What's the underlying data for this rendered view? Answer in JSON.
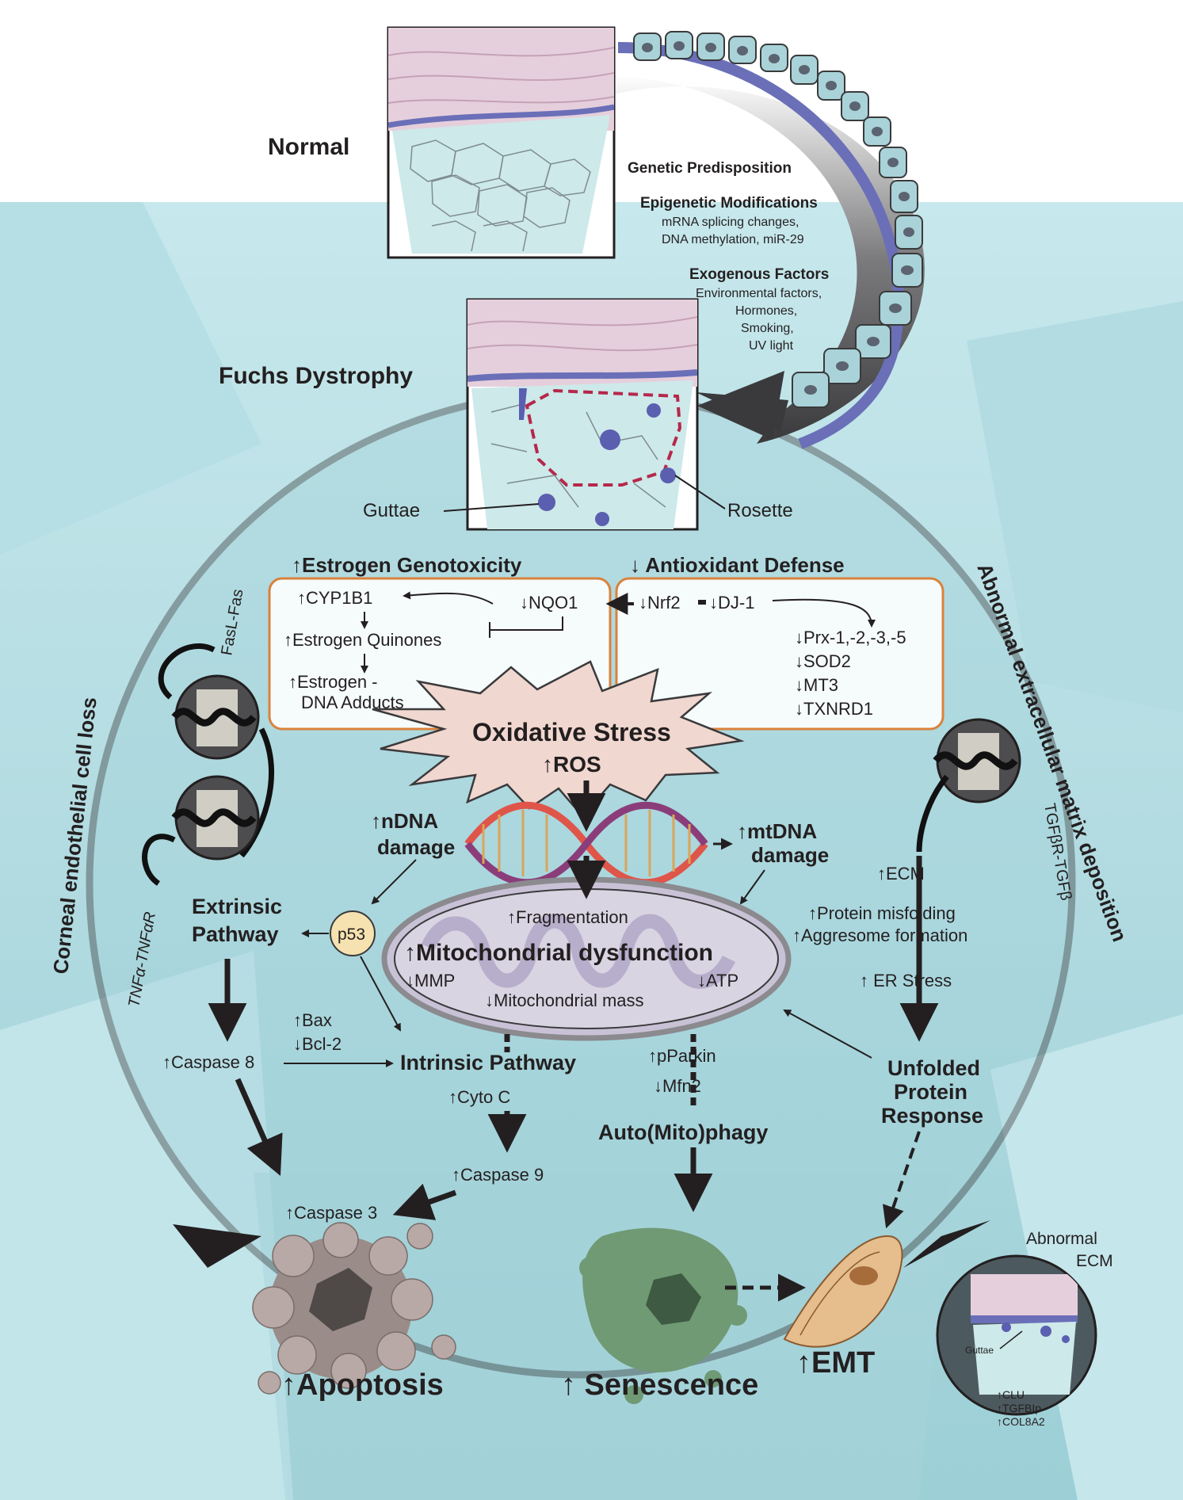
{
  "stages": {
    "normal": "Normal",
    "fuchs": "Fuchs Dystrophy",
    "guttae": "Guttae",
    "rosette": "Rosette"
  },
  "risk_factors": {
    "genetic": "Genetic Predisposition",
    "epigenetic_title": "Epigenetic Modifications",
    "epigenetic_line1": "mRNA splicing changes,",
    "epigenetic_line2": "DNA methylation, miR-29",
    "exogenous_title": "Exogenous Factors",
    "exogenous_line1": "Environmental factors,",
    "exogenous_line2": "Hormones,",
    "exogenous_line3": "Smoking,",
    "exogenous_line4": "UV light"
  },
  "side_labels": {
    "left": "Corneal endothelial cell loss",
    "right": "Abnormal extracellular matrix deposition"
  },
  "receptors": {
    "fasl": "FasL-Fas",
    "tnf": "TNFα-TNFαR",
    "tgf": "TGFβR-TGFβ"
  },
  "estrogen": {
    "title": "↑Estrogen Genotoxicity",
    "cyp": "↑CYP1B1",
    "nqo": "↓NQO1",
    "quinones": "↑Estrogen Quinones",
    "adducts1": "↑Estrogen -",
    "adducts2": "DNA Adducts"
  },
  "antioxidant": {
    "title": "↓ Antioxidant Defense",
    "nrf": "↓Nrf2",
    "dj": "↓DJ-1",
    "prx": "↓Prx-1,-2,-3,-5",
    "sod": "↓SOD2",
    "mt3": "↓MT3",
    "txn": "↓TXNRD1"
  },
  "oxidative": {
    "title": "Oxidative Stress",
    "ros": "↑ROS"
  },
  "dna": {
    "ndna1": "↑nDNA",
    "ndna2": "damage",
    "mtdna1": "↑mtDNA",
    "mtdna2": "damage"
  },
  "mito": {
    "fragmentation": "↑Fragmentation",
    "title": "↑Mitochondrial dysfunction",
    "mmp": "↓MMP",
    "atp": "↓ATP",
    "mass": "↓Mitochondrial mass"
  },
  "extrinsic": {
    "line1": "Extrinsic",
    "line2": "Pathway",
    "p53": "p53",
    "caspase8": "↑Caspase 8",
    "bax": "↑Bax",
    "bcl2": "↓Bcl-2"
  },
  "intrinsic": {
    "title": "Intrinsic Pathway",
    "cytoc": "↑Cyto C",
    "caspase9": "↑Caspase 9",
    "caspase3": "↑Caspase 3"
  },
  "autophagy": {
    "pparkin": "↑pParkin",
    "mfn2": "↓Mfn2",
    "title": "Auto(Mito)phagy"
  },
  "ecm_path": {
    "ecm": "↑ECM",
    "misfold": "↑Protein misfolding",
    "aggresome": "↑Aggresome formation",
    "er": "↑ ER Stress",
    "upr1": "Unfolded",
    "upr2": "Protein",
    "upr3": "Response"
  },
  "outcomes": {
    "apoptosis": "↑Apoptosis",
    "senescence": "↑ Senescence",
    "emt": "↑EMT"
  },
  "abnormal_ecm": {
    "line1": "Abnormal",
    "line2": "ECM",
    "guttae": "Guttae",
    "clu": "↑CLU",
    "tgfbi": "↑TGFBIp",
    "col": "↑COL8A2"
  },
  "colors": {
    "background": "#bfe3e8",
    "background_dark": "#8fc9d2",
    "stroma": "#e6cfdc",
    "endothelium": "#6a6fb8",
    "box_border": "#d9823c",
    "dashed_rosette": "#b5284b",
    "apoptosis_cell": "#9a8c88",
    "senescence_cell": "#6f9a74",
    "emt_cell": "#e6bd8d",
    "p53_fill": "#f5e2b0"
  }
}
